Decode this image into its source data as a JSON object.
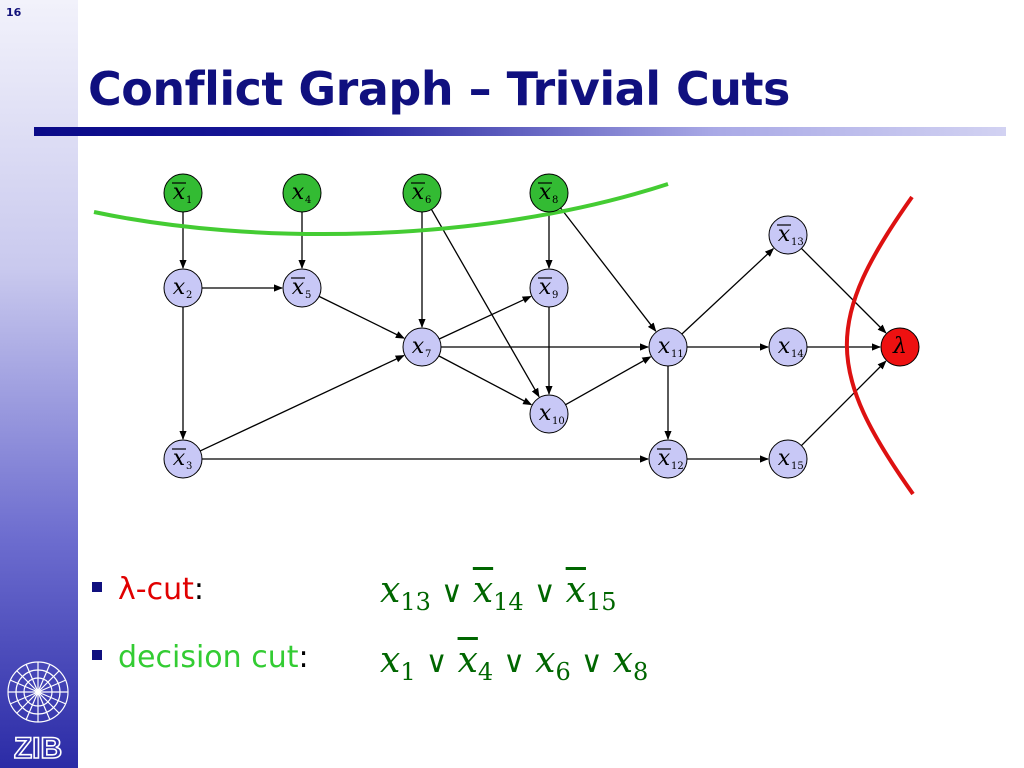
{
  "slide": {
    "number": "16",
    "title": "Conflict Graph – Trivial Cuts"
  },
  "logo": {
    "text": "ZIB",
    "icon": "zib-logo-icon"
  },
  "graph": {
    "nodes": [
      {
        "id": "n1",
        "var": "x",
        "sub": "1",
        "negated": true,
        "fill": "#33bb33"
      },
      {
        "id": "n4",
        "var": "x",
        "sub": "4",
        "negated": false,
        "fill": "#33bb33"
      },
      {
        "id": "n6",
        "var": "x",
        "sub": "6",
        "negated": true,
        "fill": "#33bb33"
      },
      {
        "id": "n8",
        "var": "x",
        "sub": "8",
        "negated": true,
        "fill": "#33bb33"
      },
      {
        "id": "n2",
        "var": "x",
        "sub": "2",
        "negated": false,
        "fill": "#c8c8f6"
      },
      {
        "id": "n5",
        "var": "x",
        "sub": "5",
        "negated": true,
        "fill": "#c8c8f6"
      },
      {
        "id": "n7",
        "var": "x",
        "sub": "7",
        "negated": false,
        "fill": "#c8c8f6"
      },
      {
        "id": "n9",
        "var": "x",
        "sub": "9",
        "negated": true,
        "fill": "#c8c8f6"
      },
      {
        "id": "n10",
        "var": "x",
        "sub": "10",
        "negated": false,
        "fill": "#c8c8f6"
      },
      {
        "id": "n11",
        "var": "x",
        "sub": "11",
        "negated": false,
        "fill": "#c8c8f6"
      },
      {
        "id": "n12",
        "var": "x",
        "sub": "12",
        "negated": true,
        "fill": "#c8c8f6"
      },
      {
        "id": "n13",
        "var": "x",
        "sub": "13",
        "negated": true,
        "fill": "#c8c8f6"
      },
      {
        "id": "n14",
        "var": "x",
        "sub": "14",
        "negated": false,
        "fill": "#c8c8f6"
      },
      {
        "id": "n15",
        "var": "x",
        "sub": "15",
        "negated": false,
        "fill": "#c8c8f6"
      },
      {
        "id": "n3",
        "var": "x",
        "sub": "3",
        "negated": true,
        "fill": "#c8c8f6"
      },
      {
        "id": "lambda",
        "var": "λ",
        "sub": "",
        "negated": false,
        "fill": "#ee1111"
      }
    ],
    "edges": [
      [
        "n1",
        "n2"
      ],
      [
        "n4",
        "n5"
      ],
      [
        "n6",
        "n7"
      ],
      [
        "n6",
        "n10"
      ],
      [
        "n8",
        "n9"
      ],
      [
        "n8",
        "n11"
      ],
      [
        "n2",
        "n5"
      ],
      [
        "n2",
        "n3"
      ],
      [
        "n5",
        "n7"
      ],
      [
        "n3",
        "n7"
      ],
      [
        "n3",
        "n12"
      ],
      [
        "n7",
        "n9"
      ],
      [
        "n7",
        "n11"
      ],
      [
        "n7",
        "n10"
      ],
      [
        "n9",
        "n10"
      ],
      [
        "n10",
        "n11"
      ],
      [
        "n11",
        "n13"
      ],
      [
        "n11",
        "n14"
      ],
      [
        "n11",
        "n12"
      ],
      [
        "n12",
        "n15"
      ],
      [
        "n13",
        "lambda"
      ],
      [
        "n14",
        "lambda"
      ],
      [
        "n15",
        "lambda"
      ]
    ],
    "colors": {
      "decision_cut": "#44cc33",
      "lambda_cut": "#dd1111",
      "edge": "#000000"
    }
  },
  "bullets": [
    {
      "label_prefix": "λ",
      "label_rest": "-cut",
      "colon": ":"
    },
    {
      "label": "decision cut",
      "colon": ":"
    }
  ],
  "formulas": {
    "lambda_cut": [
      {
        "var": "x",
        "sub": "13",
        "negated": false
      },
      {
        "var": "x",
        "sub": "14",
        "negated": true
      },
      {
        "var": "x",
        "sub": "15",
        "negated": true
      }
    ],
    "decision_cut": [
      {
        "var": "x",
        "sub": "1",
        "negated": false
      },
      {
        "var": "x",
        "sub": "4",
        "negated": true
      },
      {
        "var": "x",
        "sub": "6",
        "negated": false
      },
      {
        "var": "x",
        "sub": "8",
        "negated": false
      }
    ],
    "operator": "∨"
  }
}
